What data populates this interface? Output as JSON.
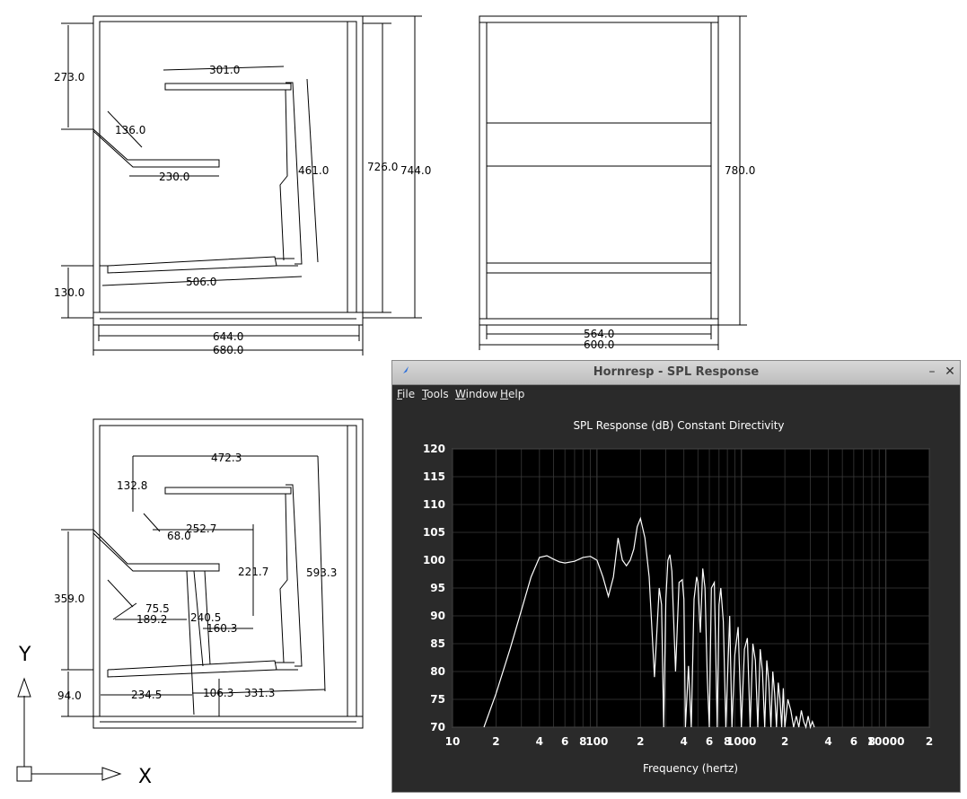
{
  "drawing": {
    "top_left_dims": [
      "273.0",
      "301.0",
      "136.0",
      "230.0",
      "461.0",
      "726.0",
      "744.0",
      "130.0",
      "506.0",
      "644.0",
      "680.0"
    ],
    "top_right_dims": [
      "780.0",
      "564.0",
      "600.0"
    ],
    "bottom_left_dims": [
      "472.3",
      "132.8",
      "252.7",
      "68.0",
      "221.7",
      "593.3",
      "359.0",
      "75.5",
      "189.2",
      "240.5",
      "160.3",
      "94.0",
      "234.5",
      "106.3",
      "331.3"
    ],
    "axis_y": "Y",
    "axis_x": "X"
  },
  "window": {
    "title": "Hornresp - SPL Response",
    "minimize": "–",
    "close": "✕",
    "menu": [
      "File",
      "Tools",
      "Window",
      "Help"
    ]
  },
  "chart_data": {
    "type": "line",
    "title": "SPL Response (dB)   Constant Directivity",
    "xlabel": "Frequency (hertz)",
    "ylabel": "",
    "x_scale": "log",
    "xlim": [
      10,
      20000
    ],
    "ylim": [
      70,
      120
    ],
    "x_tick_labels": [
      "10",
      "2",
      "4",
      "6",
      "8",
      "100",
      "2",
      "4",
      "6",
      "8",
      "1000",
      "2",
      "4",
      "6",
      "8",
      "10000",
      "2"
    ],
    "y_ticks": [
      "120",
      "115",
      "110",
      "105",
      "100",
      "95",
      "90",
      "85",
      "80",
      "75",
      "70"
    ],
    "grid": true,
    "colors": {
      "background": "#000000",
      "line": "#ffffff",
      "grid": "#3a3a3a",
      "text": "#ffffff"
    },
    "series": [
      {
        "x": [
          16.5,
          20,
          25,
          30,
          35,
          40,
          45,
          50,
          55,
          60,
          70,
          80,
          90,
          100,
          110,
          120,
          130,
          140,
          150,
          160,
          170,
          180,
          190,
          200,
          215,
          230,
          250,
          270,
          280,
          290,
          300,
          310,
          320,
          330,
          350,
          370,
          390,
          400,
          410,
          430,
          450,
          470,
          490,
          500,
          520,
          540,
          560,
          580,
          600,
          620,
          650,
          680,
          700,
          720,
          750,
          780,
          800,
          830,
          860,
          900,
          950,
          1000,
          1050,
          1100,
          1150,
          1200,
          1250,
          1300,
          1350,
          1400,
          1450,
          1500,
          1550,
          1600,
          1650,
          1700,
          1750,
          1800,
          1850,
          1900,
          1950,
          2000,
          2100,
          2200,
          2300,
          2400,
          2500,
          2600,
          2700,
          2800,
          2900,
          3000,
          3100,
          3200
        ],
        "y": [
          70,
          76,
          84,
          91,
          97,
          100.5,
          100.8,
          100.2,
          99.7,
          99.5,
          99.8,
          100.5,
          100.7,
          100,
          97,
          93.5,
          97,
          104,
          100,
          99,
          100,
          102,
          106,
          107.5,
          104,
          97,
          79,
          95,
          92,
          70,
          93,
          100,
          101,
          98,
          80,
          96,
          96.5,
          93,
          70,
          81,
          70,
          93,
          97,
          96,
          87,
          98.5,
          95,
          79,
          70,
          95,
          96,
          70,
          92,
          95,
          89,
          70,
          78,
          90,
          70,
          83,
          88,
          70,
          84,
          86,
          70,
          85,
          82,
          70,
          84,
          80,
          70,
          82,
          78,
          70,
          80,
          76,
          70,
          78,
          75,
          70,
          77,
          70,
          75,
          73,
          70,
          72,
          70,
          73,
          71,
          70,
          72,
          70,
          71,
          70
        ]
      }
    ]
  }
}
